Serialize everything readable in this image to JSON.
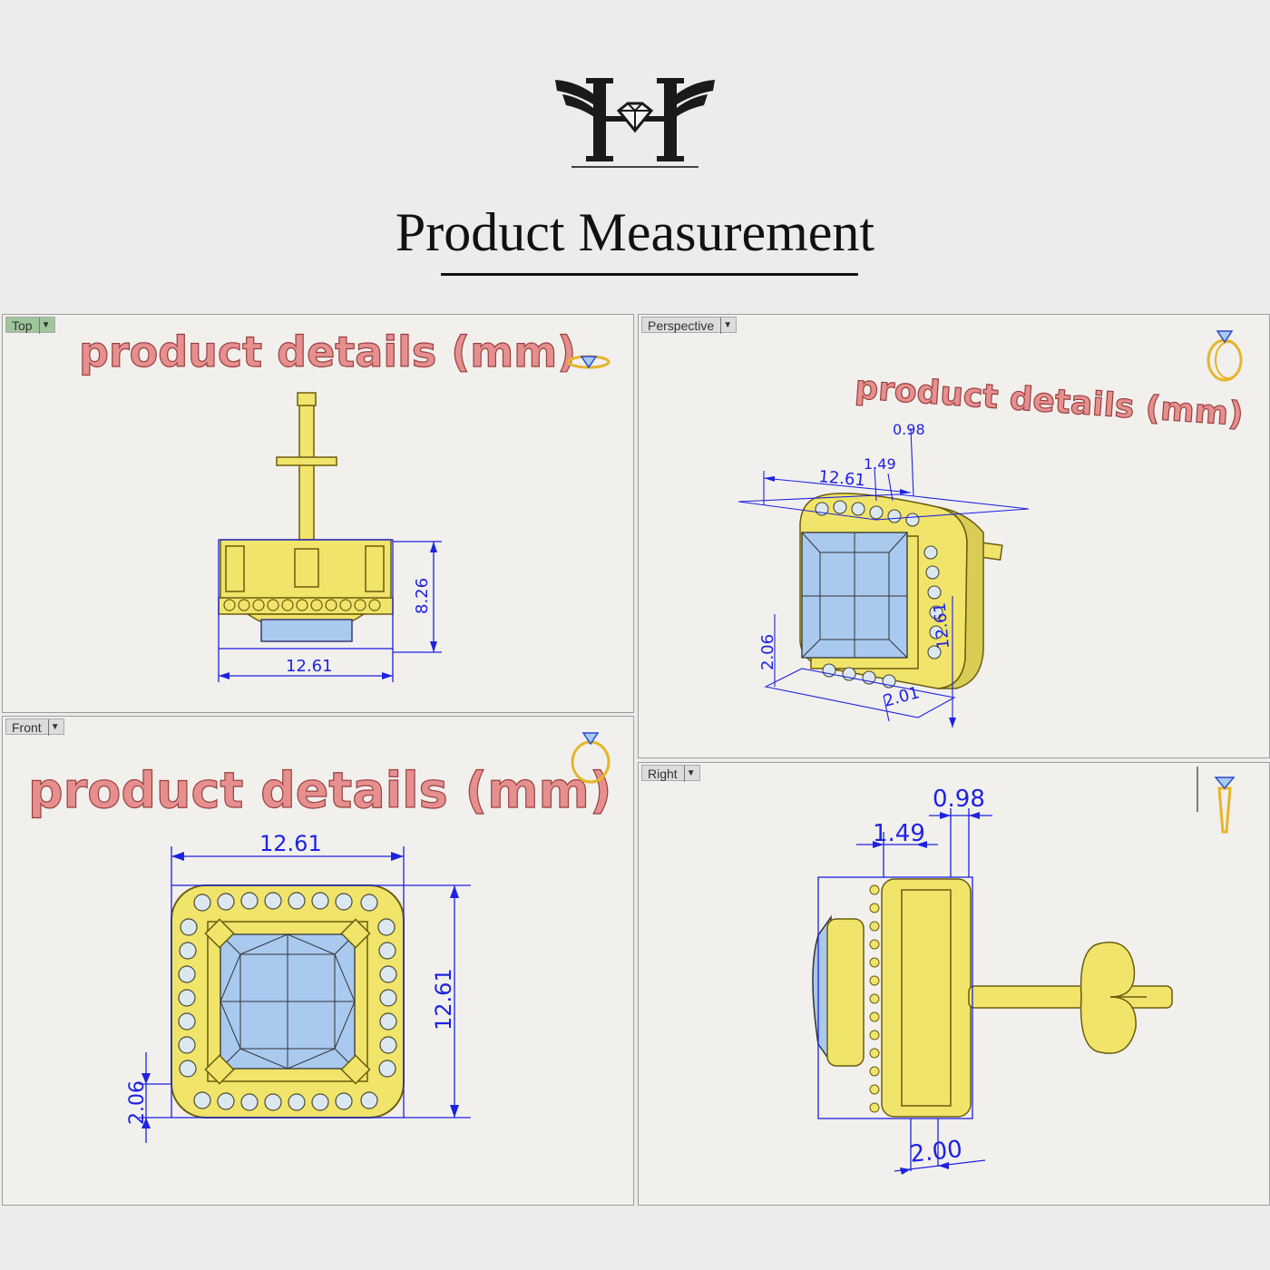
{
  "page": {
    "title": "Product Measurement"
  },
  "viewports": {
    "top": {
      "tab": "Top",
      "label": "product details (mm)",
      "dims": {
        "width": "12.61",
        "height": "8.26"
      }
    },
    "perspective": {
      "tab": "Perspective",
      "label": "product details (mm)",
      "dims": {
        "a": "0.98",
        "b": "1.49",
        "c": "12.61",
        "d": "2.06",
        "e": "12.61",
        "f": "2.01"
      }
    },
    "front": {
      "tab": "Front",
      "label": "product details (mm)",
      "dims": {
        "width": "12.61",
        "height": "12.61",
        "halo": "2.06"
      }
    },
    "right": {
      "tab": "Right",
      "dims": {
        "a": "0.98",
        "b": "1.49",
        "c": "2.00"
      }
    }
  },
  "colors": {
    "gold": "#f0e46a",
    "gold_dark": "#6b5d10",
    "stone": "#a9c9ef",
    "dimension": "#1f22e0",
    "label": "#e58f8f"
  }
}
